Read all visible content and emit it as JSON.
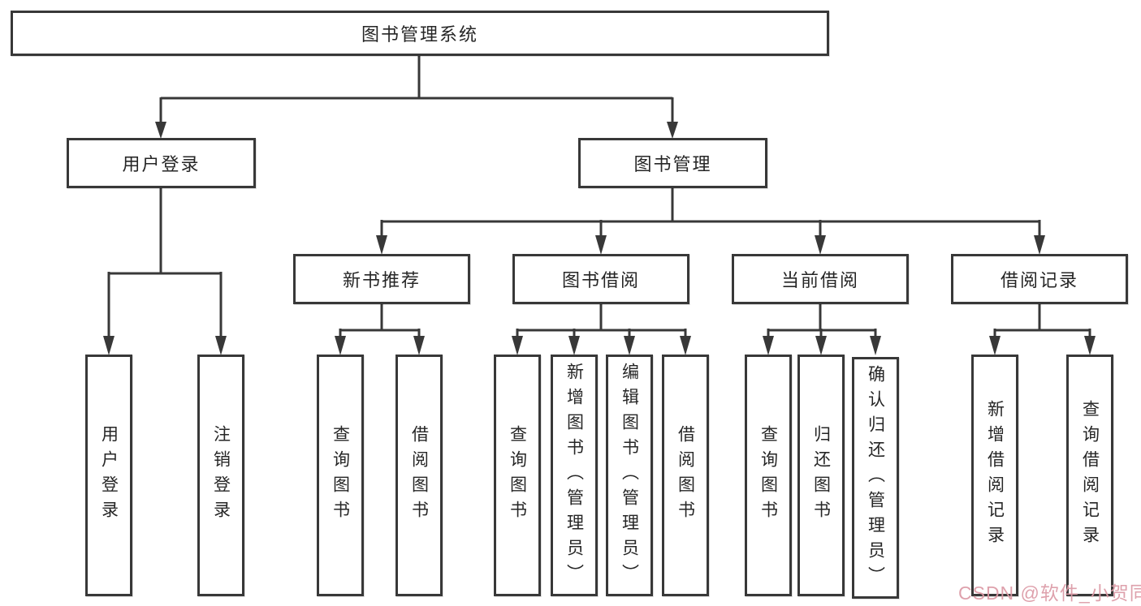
{
  "diagram": {
    "root_label": "图书管理系统",
    "user_branch": {
      "label": "用户登录",
      "children": [
        "用户登录",
        "注销登录"
      ]
    },
    "book_branch": {
      "label": "图书管理",
      "sections": [
        {
          "label": "新书推荐",
          "children": [
            "查询图书",
            "借阅图书"
          ]
        },
        {
          "label": "图书借阅",
          "children": [
            "查询图书",
            "新增图书（管理员）",
            "编辑图书（管理员）",
            "借阅图书"
          ]
        },
        {
          "label": "当前借阅",
          "children": [
            "查询图书",
            "归还图书",
            "确认归还（管理员）"
          ]
        },
        {
          "label": "借阅记录",
          "children": [
            "新增借阅记录",
            "查询借阅记录"
          ]
        }
      ]
    }
  },
  "watermark": {
    "text": "CSDN @软件_小贺同学",
    "color": "#dc9aa6"
  },
  "colors": {
    "line": "#383838",
    "text": "#262626",
    "background": "#ffffff"
  }
}
